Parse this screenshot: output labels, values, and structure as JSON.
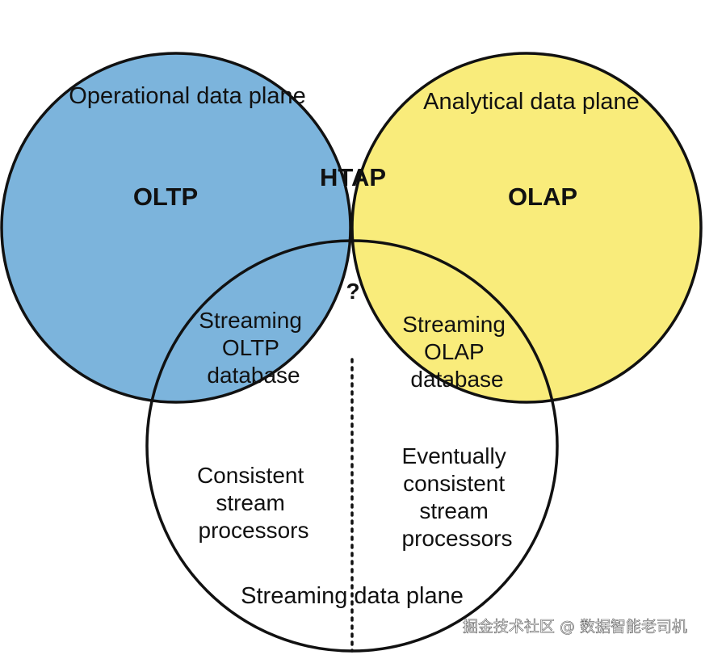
{
  "diagram": {
    "regions": {
      "operational": {
        "label": "Operational data plane",
        "color": "#7cb4dc"
      },
      "analytical": {
        "label": "Analytical data plane",
        "color": "#f9ec7b"
      },
      "streaming": {
        "label": "Streaming data plane",
        "color": "#ffffff"
      },
      "overlap_color": "#c0c96d"
    },
    "labels": {
      "oltp": "OLTP",
      "olap": "OLAP",
      "htap": "HTAP",
      "center": "?",
      "streaming_oltp": [
        "Streaming",
        "OLTP",
        "database"
      ],
      "streaming_olap": [
        "Streaming",
        "OLAP",
        "database"
      ],
      "consistent": [
        "Consistent",
        "stream",
        "processors"
      ],
      "eventually": [
        "Eventually",
        "consistent",
        "stream",
        "processors"
      ]
    },
    "outline_color": "#111111"
  },
  "watermark": "掘金技术社区 @ 数据智能老司机"
}
